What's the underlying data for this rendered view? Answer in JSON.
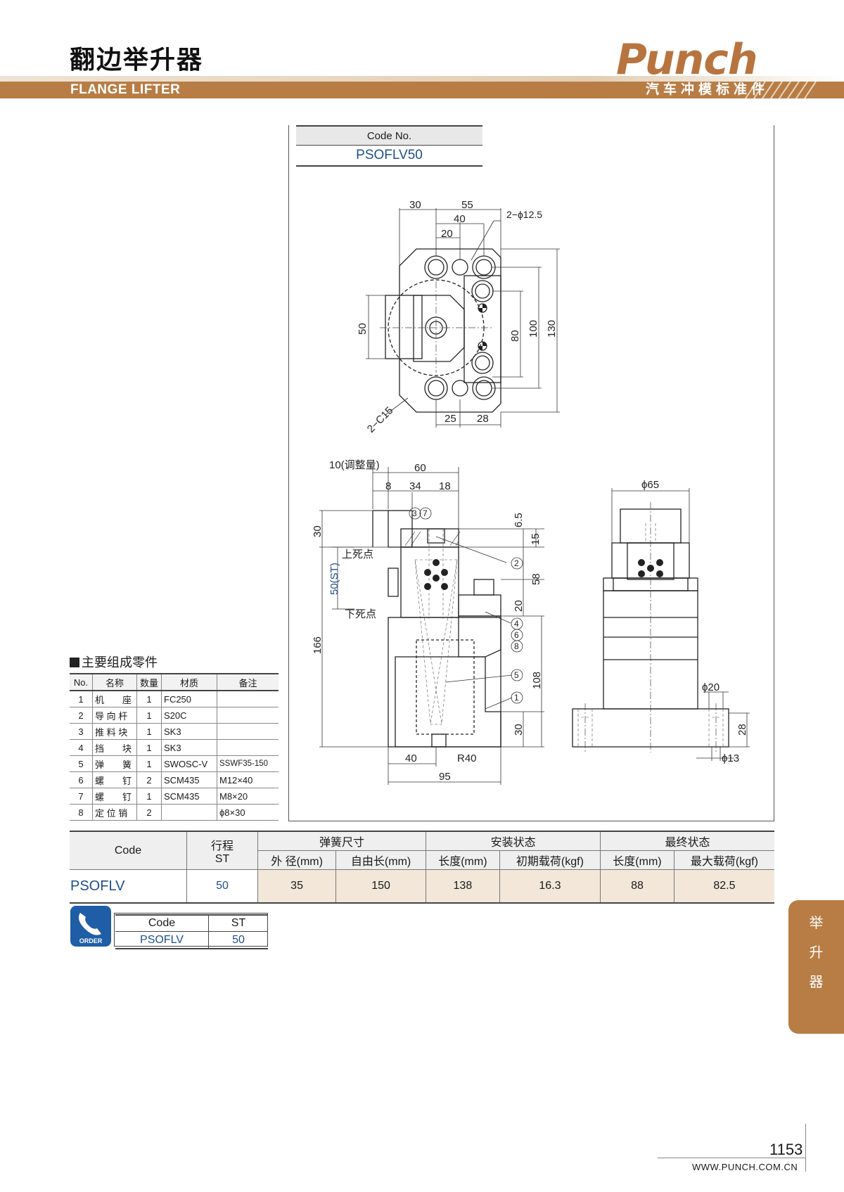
{
  "header": {
    "title_cn": "翻边举升器",
    "title_en": "FLANGE LIFTER",
    "logo": "Punch",
    "logo_sub": "汽车冲模标准件"
  },
  "side_tab": [
    "举",
    "升",
    "器"
  ],
  "code_block": {
    "label": "Code No.",
    "value": "PSOFLV50"
  },
  "drawing": {
    "top_dims": [
      "30",
      "55",
      "40",
      "20",
      "2−ϕ12.5",
      "50",
      "80",
      "100",
      "130",
      "25",
      "28",
      "2−C15"
    ],
    "front_dims": [
      "10(调整量)",
      "60",
      "8",
      "34",
      "18",
      "30",
      "6.5",
      "15",
      "50(ST)",
      "58",
      "20",
      "166",
      "108",
      "30",
      "40",
      "R40",
      "95"
    ],
    "labels": {
      "tdc": "上死点",
      "bdc": "下死点"
    },
    "balloons": [
      "③⑦",
      "②",
      "④",
      "⑥",
      "⑧",
      "⑤",
      "①"
    ],
    "side_dims": [
      "ϕ65",
      "ϕ20",
      "28",
      "ϕ13"
    ]
  },
  "parts": {
    "title": "主要组成零件",
    "headers": [
      "No.",
      "名称",
      "数量",
      "材质",
      "备注"
    ],
    "rows": [
      [
        "1",
        "机　　座",
        "1",
        "FC250",
        ""
      ],
      [
        "2",
        "导 向 杆",
        "1",
        "S20C",
        ""
      ],
      [
        "3",
        "推 料 块",
        "1",
        "SK3",
        ""
      ],
      [
        "4",
        "挡　　块",
        "1",
        "SK3",
        ""
      ],
      [
        "5",
        "弹　　簧",
        "1",
        "SWOSC-V",
        "SSWF35-150"
      ],
      [
        "6",
        "螺　　钉",
        "2",
        "SCM435",
        "M12×40"
      ],
      [
        "7",
        "螺　　钉",
        "1",
        "SCM435",
        "M8×20"
      ],
      [
        "8",
        "定 位 销",
        "2",
        "",
        "ϕ8×30"
      ]
    ]
  },
  "spec": {
    "h_code": "Code",
    "h_stroke": "行程",
    "h_st": "ST",
    "h_spring": "弹簧尺寸",
    "h_install": "安装状态",
    "h_final": "最终状态",
    "sub": [
      "外 径(mm)",
      "自由长(mm)",
      "长度(mm)",
      "初期载荷(kgf)",
      "长度(mm)",
      "最大载荷(kgf)"
    ],
    "row": [
      "PSOFLV",
      "50",
      "35",
      "150",
      "138",
      "16.3",
      "88",
      "82.5"
    ]
  },
  "order": {
    "badge": "ORDER",
    "headers": [
      "Code",
      "ST"
    ],
    "row": [
      "PSOFLV",
      "50"
    ]
  },
  "footer": {
    "page": "1153",
    "site": "WWW.PUNCH.COM.CN"
  }
}
